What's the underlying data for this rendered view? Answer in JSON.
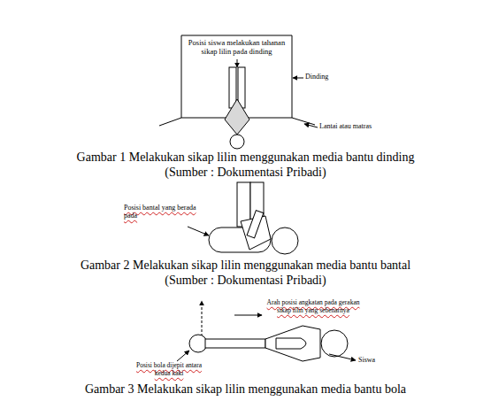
{
  "diagram": {
    "labels": [
      "Posisi siswa melakukan tahanan sikap lilin pada dinding",
      "Dinding",
      "Lantai atau matras",
      "Gambar 1 Melakukan sikap lilin menggunakan media bantu dinding",
      "(Sumber : Dokumentasi Pribadi)",
      "Posisi bantal yang berada pada",
      "Gambar 2 Melakukan sikap lilin menggunakan media bantu bantal",
      "(Sumber : Dokumentasi Pribadi)",
      "Arah posisi angkatan pada gerakan sikap lilin yang sebenarnya",
      "Posisi bola dijepit antara kedua kaki",
      "Siswa",
      "Gambar 3 Melakukan sikap lilin menggunakan media bantu bola"
    ]
  }
}
